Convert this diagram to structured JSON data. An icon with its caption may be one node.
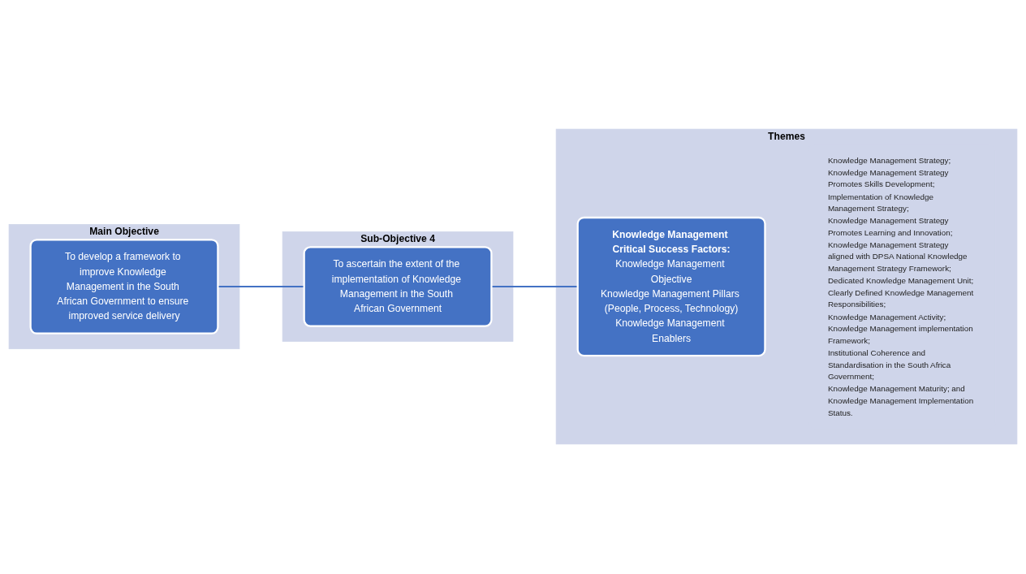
{
  "diagram": {
    "nodes": [
      {
        "text": [
          "Main Objective"
        ]
      },
      {
        "text": [
          "To develop a framework to improve Knowledge Management in the South African Government to ensure improved service delivery"
        ],
        "in": 0
      },
      {
        "text": [
          "Sub-Objective 4"
        ]
      },
      {
        "text": [
          "To ascertain the extent of the implementation of Knowledge Management in the South African Government"
        ],
        "in": 2
      },
      {
        "text": [
          "Themes",
          "Knowledge Management Strategy;",
          "Knowledge Management Strategy Promotes Skills Development;",
          "Implementation of Knowledge Management Strategy;",
          "Knowledge Management Strategy Promotes Learning and Innovation;",
          "Knowledge Management Strategy aligned with DPSA National Knowledge Management Strategy Framework;",
          "Dedicated Knowledge Management Unit;",
          "Clearly Defined Knowledge Management Responsibilities;",
          "Knowledge Management Activity;",
          "Knowledge Management implementation Framework;",
          "Institutional Coherence and Standardisation in the South Africa Government;",
          "Knowledge Management Maturity; and",
          "Knowledge Management Implementation Status."
        ]
      },
      {
        "text": [
          "Knowledge Management Critical Success Factors:",
          "Knowledge Management Objective",
          "Knowledge Management Pillars (People, Process, Technology)",
          "Knowledge Management Enablers"
        ],
        "in": 4
      }
    ],
    "edges": [
      {
        "from": 1,
        "to": 3,
        "arrow": "none"
      },
      {
        "from": 3,
        "to": 5,
        "arrow": "none"
      }
    ]
  }
}
